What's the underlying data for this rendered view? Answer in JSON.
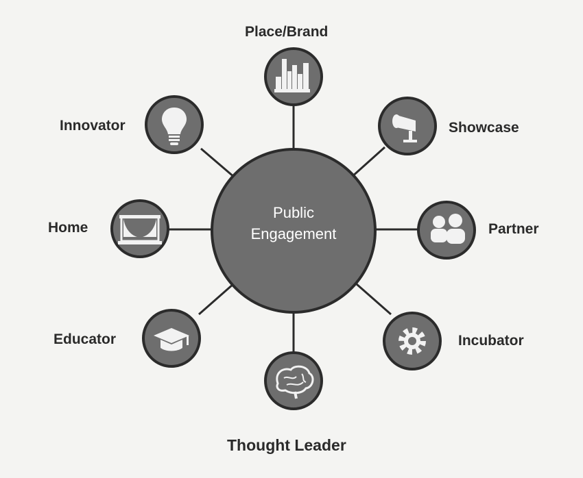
{
  "center": {
    "line1": "Public",
    "line2": "Engagement"
  },
  "nodes": {
    "place_brand": {
      "label": "Place/Brand",
      "icon": "city-skyline-icon"
    },
    "showcase": {
      "label": "Showcase",
      "icon": "spotlight-icon"
    },
    "partner": {
      "label": "Partner",
      "icon": "people-icon"
    },
    "incubator": {
      "label": "Incubator",
      "icon": "gear-icon"
    },
    "thought_leader": {
      "label": "Thought Leader",
      "icon": "brain-icon"
    },
    "educator": {
      "label": "Educator",
      "icon": "graduation-cap-icon"
    },
    "home": {
      "label": "Home",
      "icon": "stage-curtain-icon"
    },
    "innovator": {
      "label": "Innovator",
      "icon": "lightbulb-icon"
    }
  },
  "colors": {
    "node_fill": "#6e6e6e",
    "node_stroke": "#2b2b2b",
    "icon": "#f2f2f2",
    "text": "#2a2a2a"
  }
}
